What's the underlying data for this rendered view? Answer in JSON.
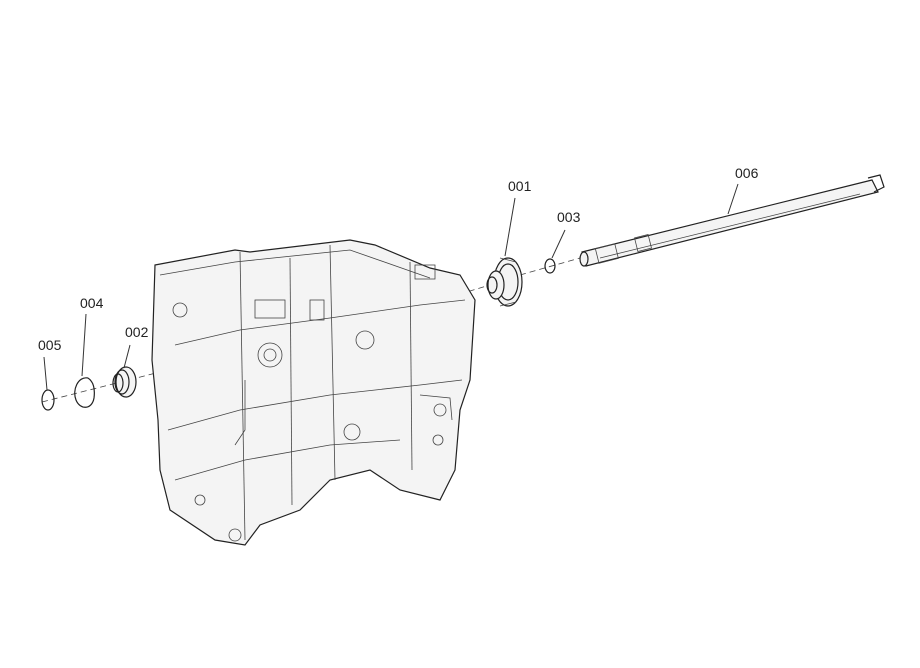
{
  "callouts": [
    {
      "id": "001",
      "label": "001"
    },
    {
      "id": "002",
      "label": "002"
    },
    {
      "id": "003",
      "label": "003"
    },
    {
      "id": "004",
      "label": "004"
    },
    {
      "id": "005",
      "label": "005"
    },
    {
      "id": "006",
      "label": "006"
    }
  ]
}
